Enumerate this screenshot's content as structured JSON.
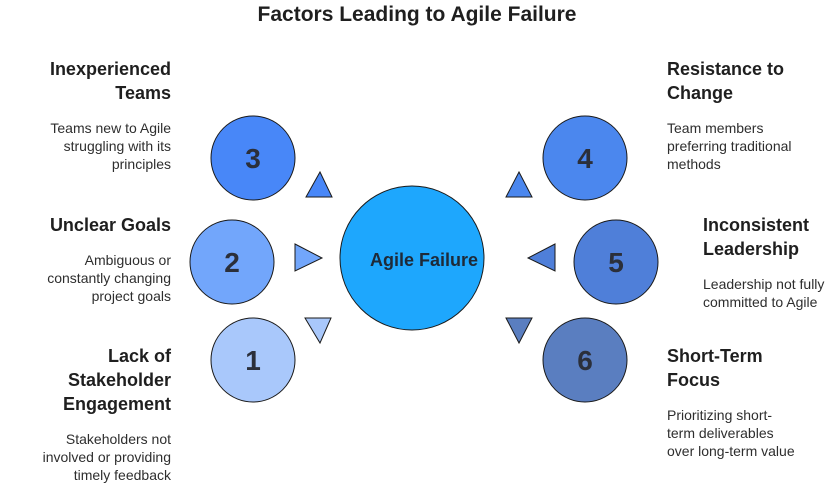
{
  "title": "Factors Leading to Agile Failure",
  "center": {
    "label": "Agile Failure",
    "color": "#1ea7fd"
  },
  "factors": [
    {
      "number": "1",
      "heading": "Lack of\nStakeholder\nEngagement",
      "description": "Stakeholders not\ninvolved or providing\ntimely feedback",
      "color": "#a9c8fb"
    },
    {
      "number": "2",
      "heading": "Unclear Goals",
      "description": "Ambiguous or\nconstantly changing\nproject goals",
      "color": "#72a6fb"
    },
    {
      "number": "3",
      "heading": "Inexperienced\nTeams",
      "description": "Teams new to Agile\nstruggling with its\nprinciples",
      "color": "#4887f8"
    },
    {
      "number": "4",
      "heading": "Resistance to\nChange",
      "description": "Team members\npreferring traditional\nmethods",
      "color": "#4b87ee"
    },
    {
      "number": "5",
      "heading": "Inconsistent\nLeadership",
      "description": "Leadership not fully\ncommitted to Agile",
      "color": "#4f7fd9"
    },
    {
      "number": "6",
      "heading": "Short-Term\nFocus",
      "description": "Prioritizing short-\nterm deliverables\nover long-term value",
      "color": "#5a7ec0"
    }
  ]
}
